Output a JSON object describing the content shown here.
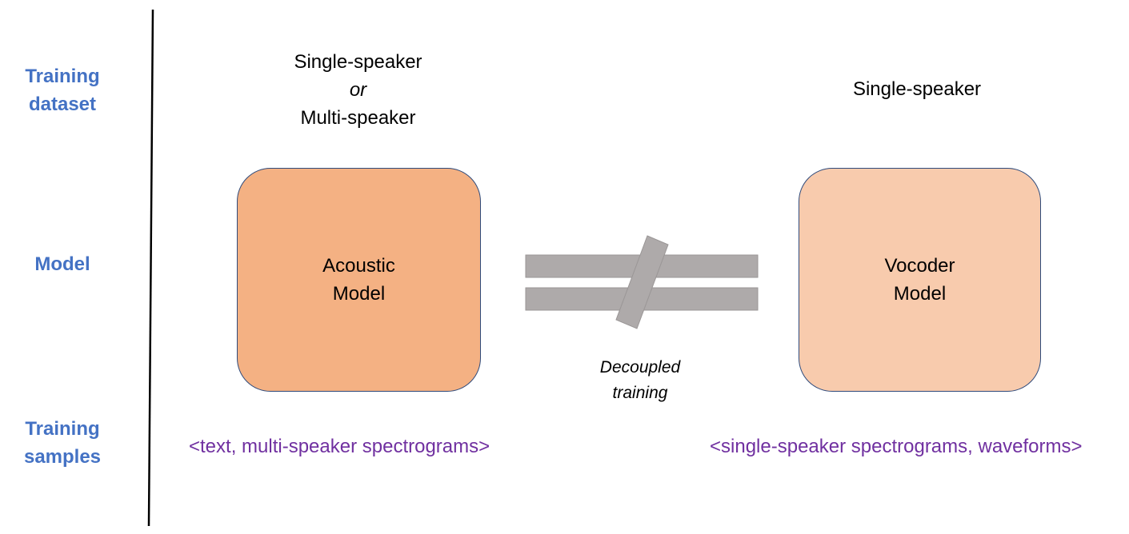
{
  "row_labels": {
    "dataset": [
      "Training",
      "dataset"
    ],
    "model": "Model",
    "samples": [
      "Training",
      "samples"
    ]
  },
  "acoustic": {
    "dataset": {
      "line1": "Single-speaker",
      "line2": "or",
      "line3": "Multi-speaker"
    },
    "model": {
      "line1": "Acoustic",
      "line2": "Model"
    },
    "samples": "<text, multi-speaker spectrograms>"
  },
  "vocoder": {
    "dataset": "Single-speaker",
    "model": {
      "line1": "Vocoder",
      "line2": "Model"
    },
    "samples": "<single-speaker spectrograms, waveforms>"
  },
  "relation": {
    "line1": "Decoupled",
    "line2": "training"
  },
  "colors": {
    "row_label": "#4472c4",
    "acoustic_fill": "#f4b183",
    "vocoder_fill": "#f8cbad",
    "box_border": "#2f4b7c",
    "not_equal": "#aeaaaa",
    "samples_text": "#7030a0"
  }
}
